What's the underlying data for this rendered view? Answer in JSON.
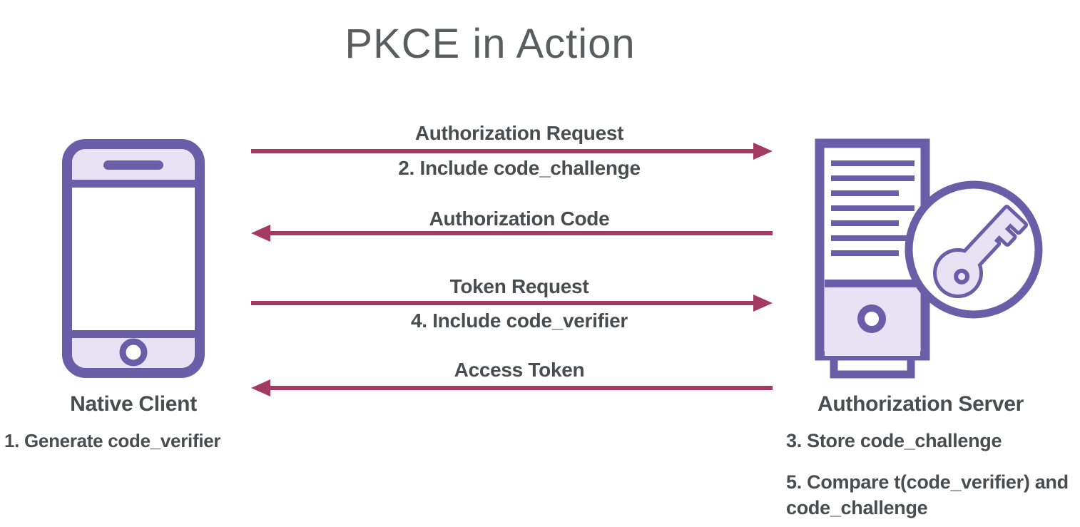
{
  "title": "PKCE in Action",
  "colors": {
    "purple": "#6B5EA9",
    "lavender": "#E7E3F4",
    "arrow": "#A23A62",
    "label_text": "#4B4C4E",
    "title_text": "#5B5C5E"
  },
  "client": {
    "name": "Native Client",
    "icon": "smartphone-icon",
    "note": "1. Generate code_verifier"
  },
  "server": {
    "name": "Authorization Server",
    "icon": "server-key-icon",
    "notes": [
      "3. Store code_challenge",
      "5. Compare t(code_verifier) and code_challenge"
    ]
  },
  "messages": [
    {
      "label": "Authorization Request",
      "sublabel": "2. Include code_challenge",
      "direction": "right"
    },
    {
      "label": "Authorization Code",
      "sublabel": "",
      "direction": "left"
    },
    {
      "label": "Token Request",
      "sublabel": "4. Include code_verifier",
      "direction": "right"
    },
    {
      "label": "Access Token",
      "sublabel": "",
      "direction": "left"
    }
  ]
}
